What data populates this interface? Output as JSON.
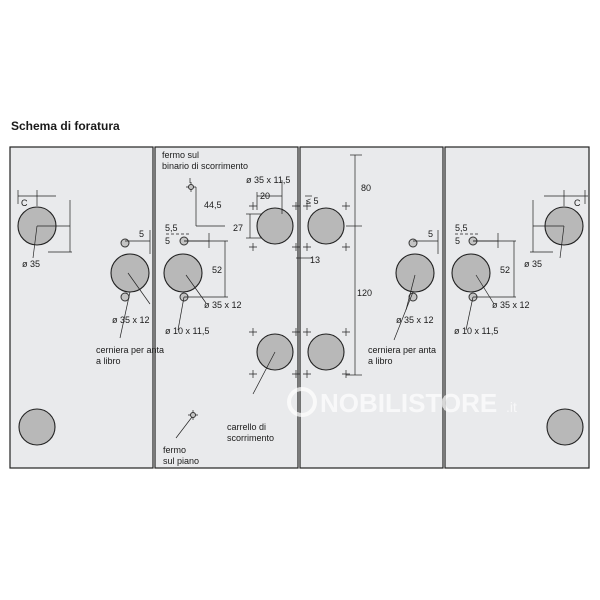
{
  "title": "Schema di foratura",
  "labels": {
    "fermo_binario": [
      "fermo sul",
      "binario di scorrimento"
    ],
    "cerniera_left": [
      "cerniera per anta",
      "a libro"
    ],
    "cerniera_right": [
      "cerniera per anta",
      "a libro"
    ],
    "carrello": [
      "carrello di",
      "scorrimento"
    ],
    "fermo_piano": [
      "fermo",
      "sul piano"
    ]
  },
  "dims": {
    "c_left": "C",
    "d35_left": "ø 35",
    "five_a": "5",
    "d35x12_a": "ø 35 x 12",
    "d445": "44,5",
    "five_five_a": "5,5",
    "five_b": "5",
    "fiftytwo_a": "52",
    "d35x12_b": "ø 35 x 12",
    "d10x115_a": "ø 10 x 11,5",
    "twenty": "20",
    "d35x115": "ø 35 x 11,5",
    "twentyseven": "27",
    "lte5": "≤ 5",
    "thirteen": "13",
    "eighty": "80",
    "onetwenty": "120",
    "five_c": "5",
    "d35x12_c": "ø 35 x 12",
    "five_five_b": "5,5",
    "five_d": "5",
    "fiftytwo_b": "52",
    "d35x12_d": "ø 35 x 12",
    "d10x115_b": "ø 10 x 11,5",
    "c_right": "C",
    "d35_right": "ø 35"
  },
  "watermark": {
    "brand": "NOBILISTORE",
    "suffix": ".it"
  }
}
